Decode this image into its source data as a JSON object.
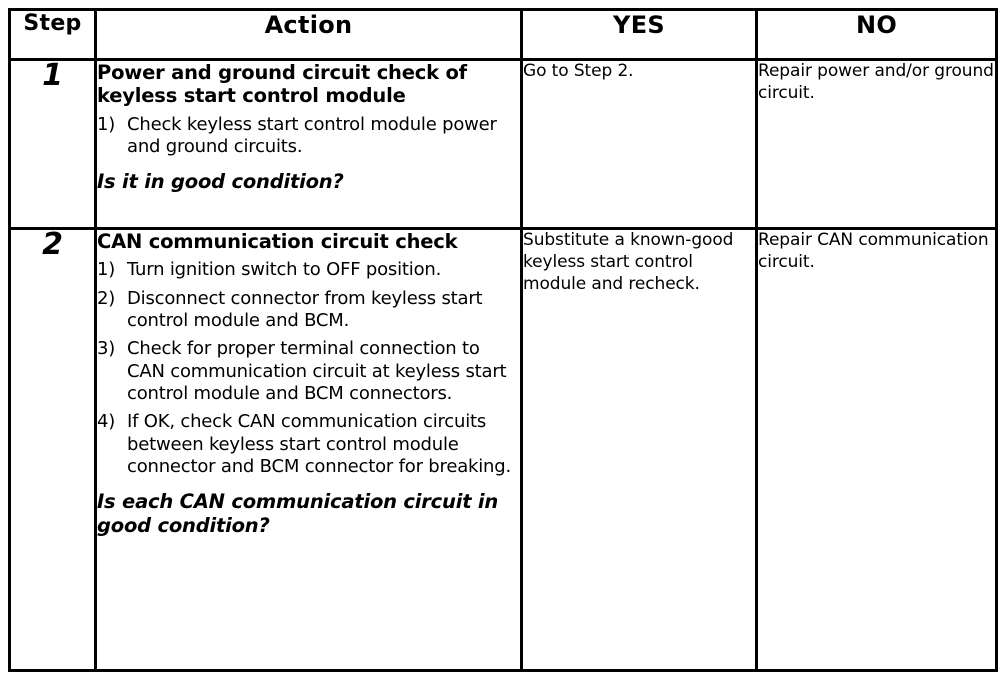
{
  "table": {
    "headers": {
      "step": "Step",
      "action": "Action",
      "yes": "YES",
      "no": "NO"
    },
    "rows": [
      {
        "step": "1",
        "action": {
          "title": "Power and ground circuit check of keyless start control module",
          "items": [
            {
              "num": "1)",
              "text": "Check keyless start control module power and ground circuits."
            }
          ],
          "question": "Is it in good condition?"
        },
        "yes": "Go to Step 2.",
        "no": "Repair power and/or ground circuit."
      },
      {
        "step": "2",
        "action": {
          "title": "CAN communication circuit check",
          "items": [
            {
              "num": "1)",
              "text": "Turn ignition switch to OFF position."
            },
            {
              "num": "2)",
              "text": "Disconnect connector from keyless start control module and BCM."
            },
            {
              "num": "3)",
              "text": "Check for proper terminal connection to CAN communication circuit at keyless start control module and BCM connectors."
            },
            {
              "num": "4)",
              "text": "If OK, check CAN communication circuits between keyless start control module connector and BCM connector for breaking."
            }
          ],
          "question": "Is each CAN communication circuit in good condition?"
        },
        "yes": "Substitute a known-good keyless start control module and recheck.",
        "no": "Repair CAN communication circuit."
      }
    ]
  },
  "colors": {
    "border": "#000000",
    "background": "#ffffff",
    "text": "#000000"
  }
}
